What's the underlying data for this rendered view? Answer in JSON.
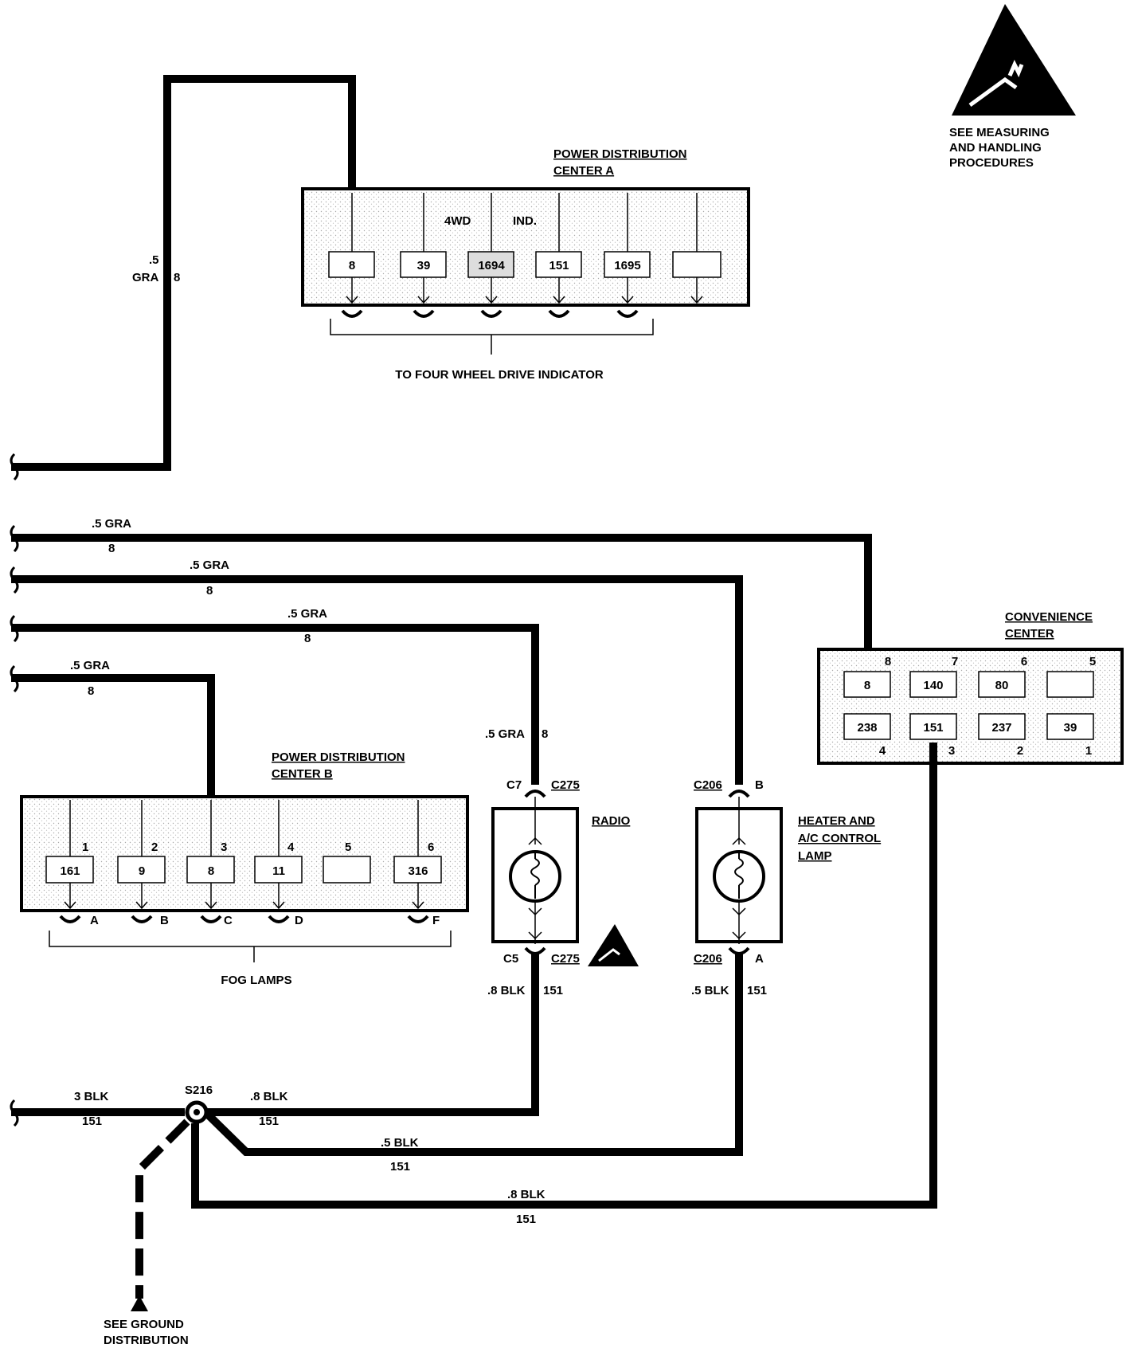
{
  "esd_notice": {
    "text_lines": [
      "SEE MEASURING",
      "AND HANDLING",
      "PROCEDURES"
    ]
  },
  "pdc_a": {
    "title_lines": [
      "POWER DISTRIBUTION",
      "CENTER A"
    ],
    "indicator_labels": [
      "4WD",
      "IND."
    ],
    "circuits": [
      "8",
      "39",
      "1694",
      "151",
      "1695",
      ""
    ],
    "bracket_label": "TO FOUR WHEEL DRIVE INDICATOR",
    "feed_wire": {
      "gauge": ".5",
      "color": "GRA",
      "circuit": "8"
    }
  },
  "feed_wires": [
    {
      "label": ".5 GRA",
      "circuit": "8"
    },
    {
      "label": ".5 GRA",
      "circuit": "8"
    },
    {
      "label": ".5 GRA",
      "circuit": "8"
    },
    {
      "label": ".5 GRA",
      "circuit": "8"
    }
  ],
  "convenience_center": {
    "title_lines": [
      "CONVENIENCE",
      "CENTER"
    ],
    "top_pins": [
      "8",
      "7",
      "6",
      "5"
    ],
    "top_circuits": [
      "8",
      "140",
      "80",
      ""
    ],
    "bottom_pins": [
      "4",
      "3",
      "2",
      "1"
    ],
    "bottom_circuits": [
      "238",
      "151",
      "237",
      "39"
    ]
  },
  "pdc_b": {
    "title_lines": [
      "POWER DISTRIBUTION",
      "CENTER B"
    ],
    "pins": [
      "1",
      "2",
      "3",
      "4",
      "5",
      "6"
    ],
    "circuits": [
      "161",
      "9",
      "8",
      "11",
      "",
      "316"
    ],
    "connector_letters": [
      "A",
      "B",
      "C",
      "D",
      "F"
    ],
    "bracket_label": "FOG LAMPS"
  },
  "radio": {
    "label": "RADIO",
    "top_wire": ".5 GRA",
    "top_circuit": "8",
    "top_conn_left": "C7",
    "top_conn_right": "C275",
    "bottom_conn_left": "C5",
    "bottom_conn_right": "C275",
    "bottom_wire": ".8 BLK",
    "bottom_circuit": "151"
  },
  "heater_lamp": {
    "label_lines": [
      "HEATER AND",
      "A/C CONTROL",
      "LAMP"
    ],
    "top_conn": "C206",
    "top_pin": "B",
    "bottom_conn": "C206",
    "bottom_pin": "A",
    "bottom_wire": ".5 BLK",
    "bottom_circuit": "151"
  },
  "ground": {
    "splice": "S216",
    "main_wire": "3 BLK",
    "main_circuit": "151",
    "radio_wire": ".8 BLK",
    "radio_circuit": "151",
    "lamp_wire": ".5 BLK",
    "lamp_circuit": "151",
    "cc_wire": ".8 BLK",
    "cc_circuit": "151",
    "ground_label_lines": [
      "SEE GROUND",
      "DISTRIBUTION"
    ]
  }
}
